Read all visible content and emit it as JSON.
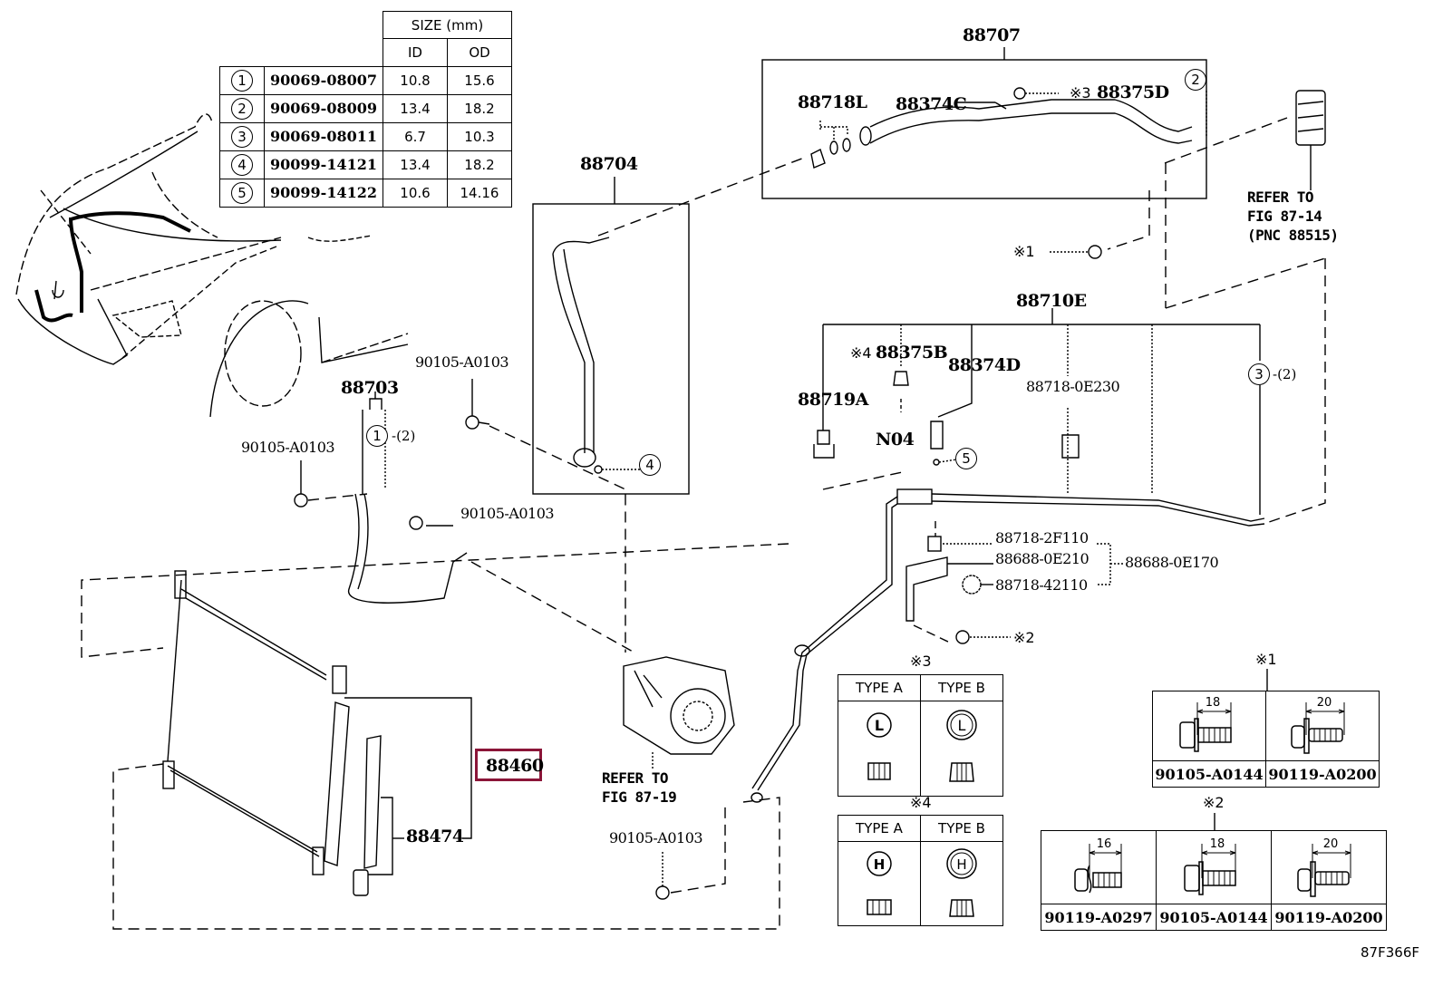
{
  "figure_code": "87F366F",
  "size_table": {
    "header": "SIZE (mm)",
    "columns": [
      "ID",
      "OD"
    ],
    "rows": [
      {
        "mark": "1",
        "part": "90069-08007",
        "id": "10.8",
        "od": "15.6"
      },
      {
        "mark": "2",
        "part": "90069-08009",
        "id": "13.4",
        "od": "18.2"
      },
      {
        "mark": "3",
        "part": "90069-08011",
        "id": "6.7",
        "od": "10.3"
      },
      {
        "mark": "4",
        "part": "90099-14121",
        "id": "13.4",
        "od": "18.2"
      },
      {
        "mark": "5",
        "part": "90099-14122",
        "id": "10.6",
        "od": "14.16"
      }
    ]
  },
  "parts": {
    "p88707": "88707",
    "p88718L": "88718L",
    "p88374C": "88374C",
    "p88375D": "88375D",
    "note3_88375D": "※3",
    "p88704": "88704",
    "p88703": "88703",
    "p88710E": "88710E",
    "p88375B": "88375B",
    "note4_88375B": "※4",
    "p88374D": "88374D",
    "p88719A": "88719A",
    "pN04": "N04",
    "p88718_0E230": "88718-0E230",
    "p88718_2F110": "88718-2F110",
    "p88688_0E210": "88688-0E210",
    "p88718_42110": "88718-42110",
    "p88688_0E170": "88688-0E170",
    "p88460": "88460",
    "p88474": "88474",
    "bolt_a": "90105-A0103",
    "bolt_b": "90105-A0103",
    "bolt_c": "90105-A0103",
    "bolt_d": "90105-A0103",
    "note1_bolt": "※1",
    "note2_bolt": "※2"
  },
  "callouts": {
    "c1": {
      "num": "1",
      "suffix": "-(2)"
    },
    "c2": {
      "num": "2"
    },
    "c3": {
      "num": "3",
      "suffix": "-(2)"
    },
    "c4": {
      "num": "4"
    },
    "c5": {
      "num": "5"
    }
  },
  "references": {
    "expansion_valve": [
      "REFER TO",
      "FIG 87-14",
      "(PNC 88515)"
    ],
    "compressor": [
      "REFER TO",
      "FIG 87-19"
    ]
  },
  "type_tables": [
    {
      "note": "※3",
      "headers": [
        "TYPE A",
        "TYPE B"
      ],
      "symbols": [
        "L",
        "L"
      ]
    },
    {
      "note": "※4",
      "headers": [
        "TYPE A",
        "TYPE B"
      ],
      "symbols": [
        "H",
        "H"
      ]
    }
  ],
  "bolt_tables": [
    {
      "note": "※1",
      "items": [
        {
          "length": "18",
          "part": "90105-A0144"
        },
        {
          "length": "20",
          "part": "90119-A0200"
        }
      ]
    },
    {
      "note": "※2",
      "items": [
        {
          "length": "16",
          "part": "90119-A0297"
        },
        {
          "length": "18",
          "part": "90105-A0144"
        },
        {
          "length": "20",
          "part": "90119-A0200"
        }
      ]
    }
  ],
  "highlight": {
    "part": "88460",
    "color": "#8b1538"
  }
}
